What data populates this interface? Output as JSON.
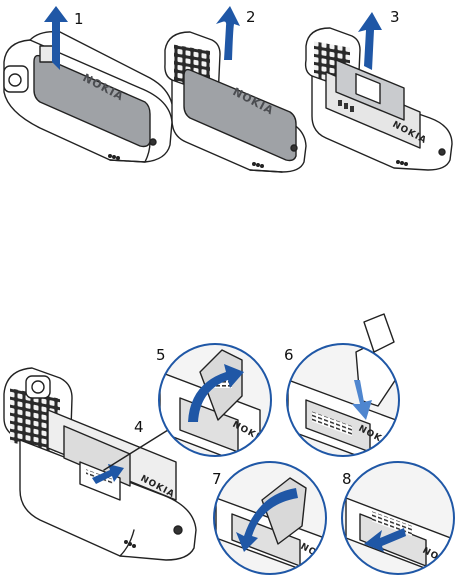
{
  "steps": [
    "1",
    "2",
    "3",
    "4",
    "5",
    "6",
    "7",
    "8"
  ],
  "brand": "NOKIA",
  "colors": {
    "arrow": "#1f57a6",
    "arrow_light": "#4f86cf",
    "battery": "#9fa2a6",
    "callout_ring": "#1f57a6",
    "body": "#ffffff",
    "dark": "#2a2a2a"
  },
  "icons": [
    "up-arrow-icon",
    "curved-arrow-icon",
    "left-arrow-icon",
    "insert-arrow-icon"
  ]
}
